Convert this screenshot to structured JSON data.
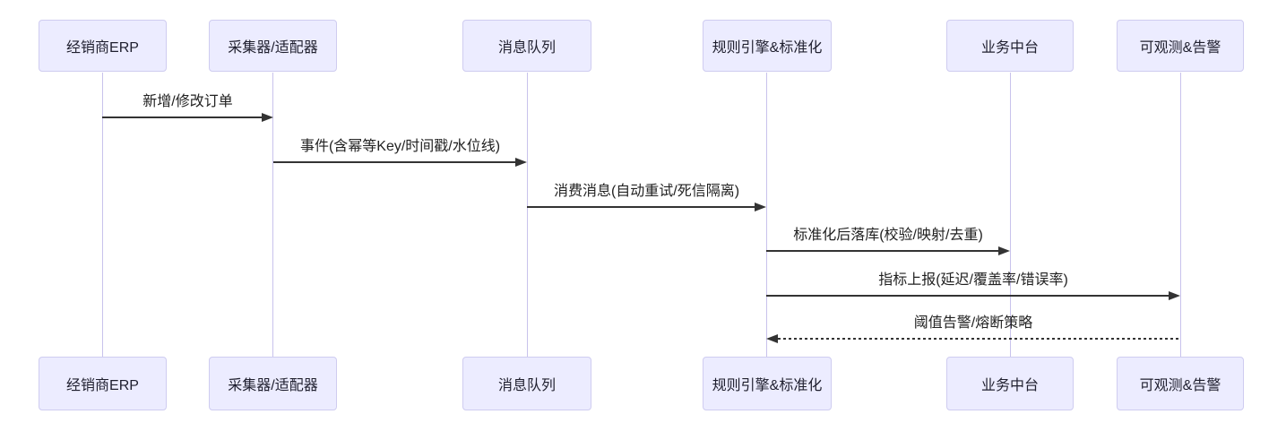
{
  "diagram": {
    "type": "sequence-diagram",
    "background_color": "#ffffff",
    "actor_fill_color": "#ececff",
    "actor_border_color": "#cfccf0",
    "lifeline_color": "#c8c2ec",
    "arrow_color": "#333333",
    "text_color": "#222222"
  },
  "actors": [
    {
      "id": "erp",
      "name": "经销商ERP"
    },
    {
      "id": "collector",
      "name": "采集器/适配器"
    },
    {
      "id": "mq",
      "name": "消息队列"
    },
    {
      "id": "rules",
      "name": "规则引擎&标准化"
    },
    {
      "id": "platform",
      "name": "业务中台"
    },
    {
      "id": "observability",
      "name": "可观测&告警"
    }
  ],
  "messages": [
    {
      "from": "经销商ERP",
      "to": "采集器/适配器",
      "label": "新增/修改订单",
      "line": "solid",
      "direction": "right"
    },
    {
      "from": "采集器/适配器",
      "to": "消息队列",
      "label": "事件(含幂等Key/时间戳/水位线)",
      "line": "solid",
      "direction": "right"
    },
    {
      "from": "消息队列",
      "to": "规则引擎&标准化",
      "label": "消费消息(自动重试/死信隔离)",
      "line": "solid",
      "direction": "right"
    },
    {
      "from": "规则引擎&标准化",
      "to": "业务中台",
      "label": "标准化后落库(校验/映射/去重)",
      "line": "solid",
      "direction": "right"
    },
    {
      "from": "规则引擎&标准化",
      "to": "可观测&告警",
      "label": "指标上报(延迟/覆盖率/错误率)",
      "line": "solid",
      "direction": "right"
    },
    {
      "from": "可观测&告警",
      "to": "规则引擎&标准化",
      "label": "阈值告警/熔断策略",
      "line": "dashed",
      "direction": "left"
    }
  ]
}
